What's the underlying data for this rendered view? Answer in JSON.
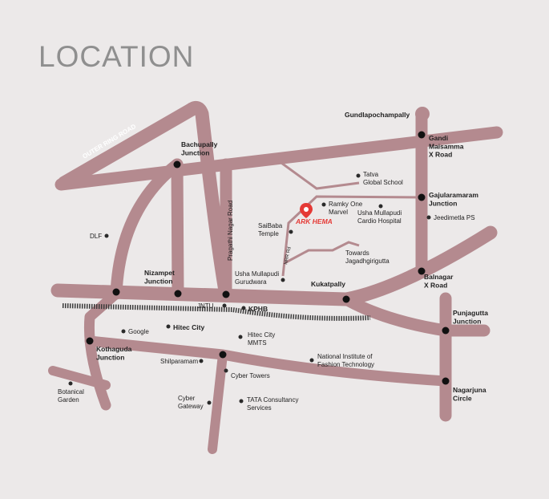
{
  "title": "LOCATION",
  "colors": {
    "background": "#ece9e9",
    "road": "#b48a8f",
    "rail": "#3a3a3a",
    "marker": "#e53935",
    "label": "#1f1f1f",
    "title": "#8f8f8f"
  },
  "roads": {
    "outer_ring_road": "OUTER RING ROAD",
    "pragathi_nagar_road": "Pragathi Nagar Road",
    "nrr": "NRR Rd"
  },
  "project": {
    "name": "ARK HEMA"
  },
  "junctions": {
    "gundlapochampally": "Gundlapochampally",
    "gandi_maisamma": [
      "Gandi",
      "Maisamma",
      "X Road"
    ],
    "gajularamaram": [
      "Gajularamaram",
      "Junction"
    ],
    "bachupally": [
      "Bachupally",
      "Junction"
    ],
    "nizampet": [
      "Nizampet",
      "Junction"
    ],
    "kukatpally": "Kukatpally",
    "balnagar": [
      "Balnagar",
      "X Road"
    ],
    "kphb": "KPHB",
    "hitec_city": "Hitec City",
    "kothaguda": [
      "Kothaguda",
      "Junction"
    ],
    "punjagutta": [
      "Punjagutta",
      "Junction"
    ],
    "nagarjuna": [
      "Nagarjuna",
      "Circle"
    ]
  },
  "places": {
    "tatva": [
      "Tatva",
      "Global School"
    ],
    "ramky": [
      "Ramky One",
      "Marvel"
    ],
    "usha_cardio": [
      "Usha Mullapudi",
      "Cardio Hospital"
    ],
    "jeedimetla": "Jeedimetla PS",
    "saibaba": [
      "SaiBaba",
      "Temple"
    ],
    "towards": [
      "Towards",
      "Jagadhgirigutta"
    ],
    "usha_gurudwara": [
      "Usha Mullapudi",
      "Gurudwara"
    ],
    "dlf": "DLF",
    "jntu": "JNTU",
    "google": "Google",
    "hitec_mmts": [
      "Hitec City",
      "MMTS"
    ],
    "nift": [
      "National Institute of",
      "Fashion Technology"
    ],
    "shilparamam": "Shilparamam",
    "cyber_towers": "Cyber Towers",
    "botanical": [
      "Botanical",
      "Garden"
    ],
    "cyber_gateway": [
      "Cyber",
      "Gateway"
    ],
    "tcs": [
      "TATA Consultancy",
      "Services"
    ]
  }
}
